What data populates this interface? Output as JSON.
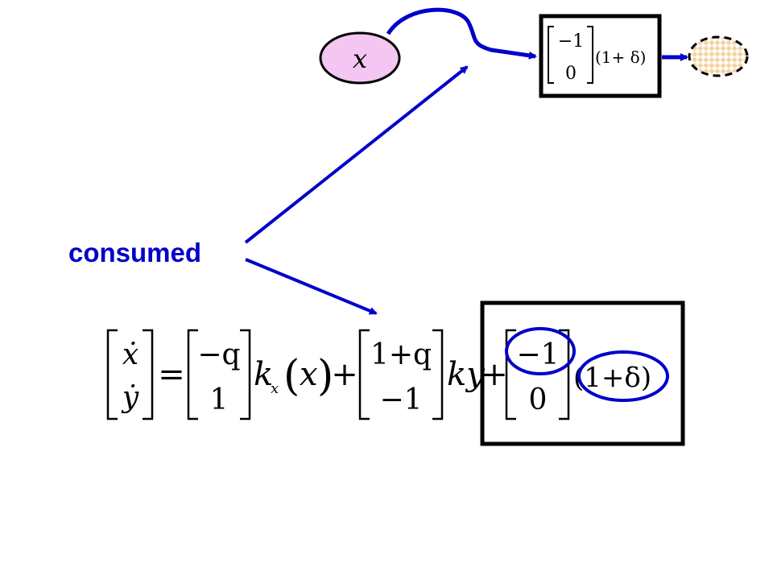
{
  "colors": {
    "arrow": "#0000c8",
    "node_fill": "#f5c6f2",
    "target_fill": "#f4d3a0",
    "box_border": "#000000",
    "highlight_ring": "#0000c8"
  },
  "node": {
    "label": "x"
  },
  "label": {
    "text": "consumed"
  },
  "small_box": {
    "vector_top": "−1",
    "vector_bottom": "0",
    "factor": "(1+ δ)"
  },
  "equation": {
    "lhs_top": "ẋ",
    "lhs_bottom": "ẏ",
    "equals": "=",
    "v1_top": "−q",
    "v1_bottom": "1",
    "k": "k",
    "k_sub": "x",
    "open_paren": "(",
    "x": "x",
    "close_paren": ")",
    "plus1": "+",
    "v2_top": "1+q",
    "v2_bottom": "−1",
    "ky": "ky",
    "plus2": "+",
    "v3_top": "−1",
    "v3_bottom": "0",
    "factor": "(1+δ)"
  }
}
